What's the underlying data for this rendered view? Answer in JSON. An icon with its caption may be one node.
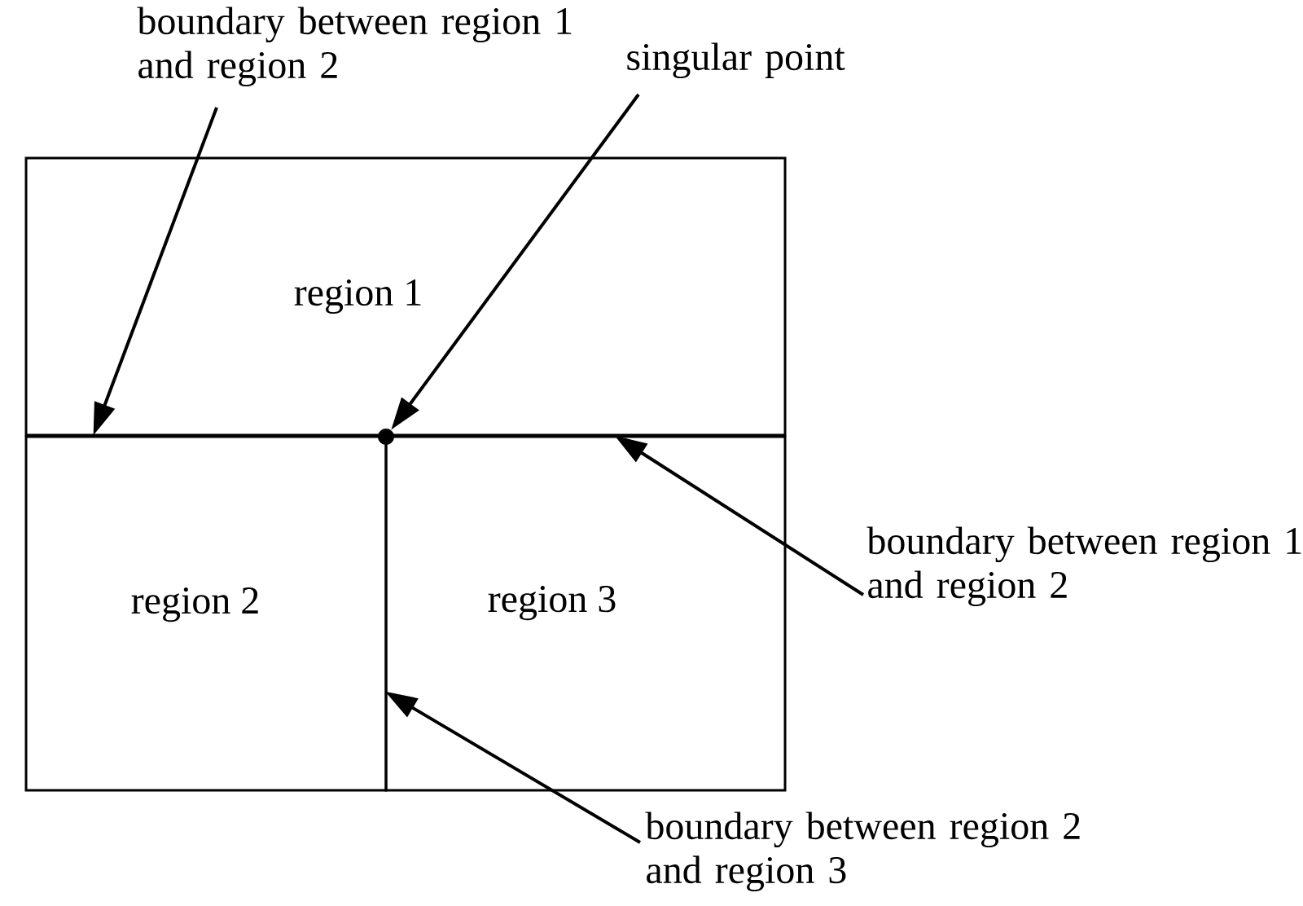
{
  "diagram": {
    "nodes": [
      {
        "text": [
          "boundary between region 1 and region 2"
        ]
      },
      {
        "text": [
          "singular point"
        ]
      },
      {
        "text": [
          "region 1"
        ]
      },
      {
        "text": [
          "region 2"
        ]
      },
      {
        "text": [
          "region 3"
        ]
      },
      {
        "text": [],
        "shape": "circle"
      },
      {
        "text": [
          "boundary between region 1 and region 2"
        ]
      },
      {
        "text": [
          "boundary between region 2 and region 3"
        ]
      }
    ],
    "edges": [
      {
        "from": 0,
        "to": 3,
        "arrow": "to"
      },
      {
        "from": 1,
        "to": 5,
        "arrow": "to"
      },
      {
        "from": 6,
        "to": 4,
        "arrow": "to"
      },
      {
        "from": 7,
        "to": 4,
        "arrow": "to"
      }
    ]
  }
}
